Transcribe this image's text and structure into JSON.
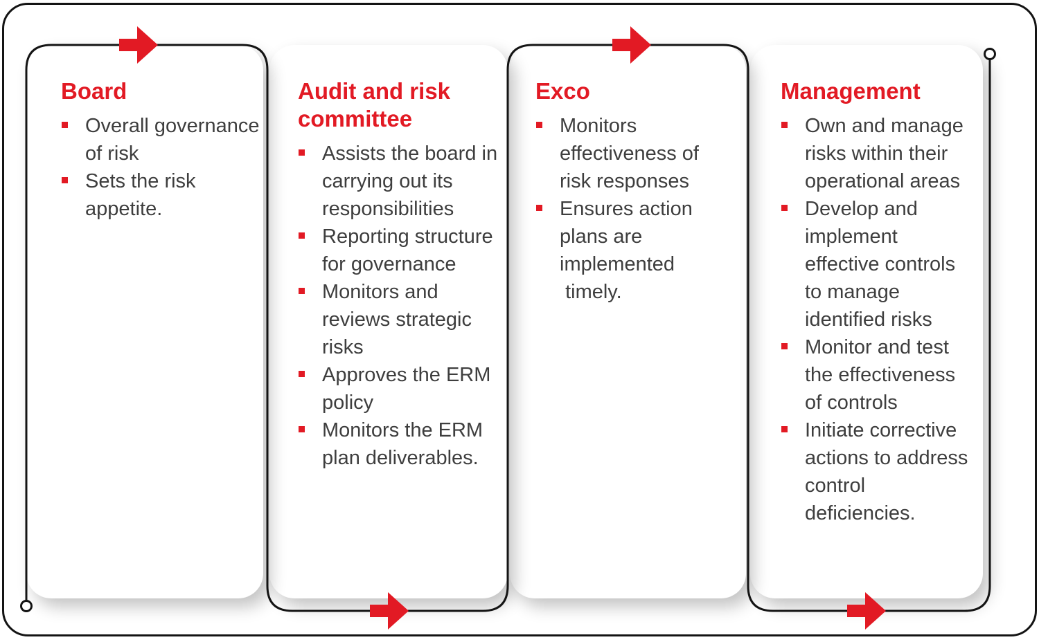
{
  "theme": {
    "accent-red": "#e21a24",
    "line-color": "#141414",
    "text-color": "#3e3e3e",
    "card-bg": "#ffffff"
  },
  "diagram": {
    "columns": [
      {
        "title": "Board",
        "items": [
          "Overall governance\nof risk",
          "Sets the risk\nappetite."
        ]
      },
      {
        "title": "Audit and risk\ncommittee",
        "items": [
          "Assists the board in\ncarrying out its\nresponsibilities",
          "Reporting structure\nfor governance",
          "Monitors and\nreviews strategic\nrisks",
          "Approves the ERM\npolicy",
          "Monitors the ERM\nplan deliverables."
        ]
      },
      {
        "title": "Exco",
        "items": [
          "Monitors\neffectiveness of\nrisk responses",
          "Ensures action\nplans are\nimplemented\n timely."
        ]
      },
      {
        "title": "Management",
        "items": [
          "Own and manage\nrisks within their\noperational areas",
          "Develop and\nimplement\neffective controls\nto manage\nidentified risks",
          "Monitor and test\nthe effectiveness\nof controls",
          "Initiate corrective\nactions to address\ncontrol\ndeficiencies."
        ]
      }
    ]
  }
}
